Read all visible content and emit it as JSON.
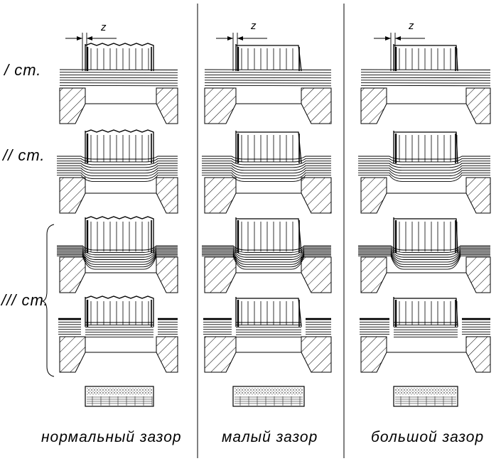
{
  "stage_labels": [
    "/ ст.",
    "// ст.",
    "/// ст."
  ],
  "gap_symbol": "z",
  "columns": [
    {
      "caption": "нормальный зазор",
      "gap": "normal"
    },
    {
      "caption": "малый зазор",
      "gap": "small"
    },
    {
      "caption": "большой зазор",
      "gap": "large"
    }
  ],
  "colors": {
    "ink": "#000000",
    "background": "#ffffff"
  }
}
